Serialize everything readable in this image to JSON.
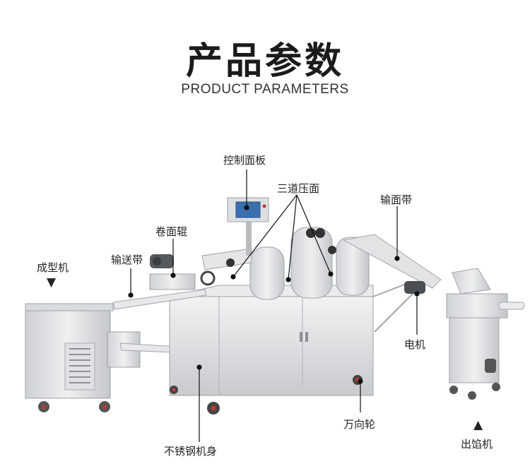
{
  "header": {
    "title": "产品参数",
    "subtitle": "PRODUCT PARAMETERS"
  },
  "labels": {
    "control_panel": "控制面板",
    "three_press": "三道压面",
    "feed_belt": "输面带",
    "roller": "卷面辊",
    "conveyor": "输送带",
    "forming": "成型机",
    "motor": "电机",
    "casters": "万向轮",
    "stainless_body": "不锈钢机身",
    "filling": "出馅机"
  },
  "markers": {
    "down_arrow": "▼",
    "up_arrow": "▲"
  },
  "colors": {
    "steel_light": "#e4e6e8",
    "steel_mid": "#c9cccf",
    "steel_dark": "#9ea2a6",
    "screen_blue": "#3a6fb0",
    "wheel_red": "#c0392b"
  }
}
